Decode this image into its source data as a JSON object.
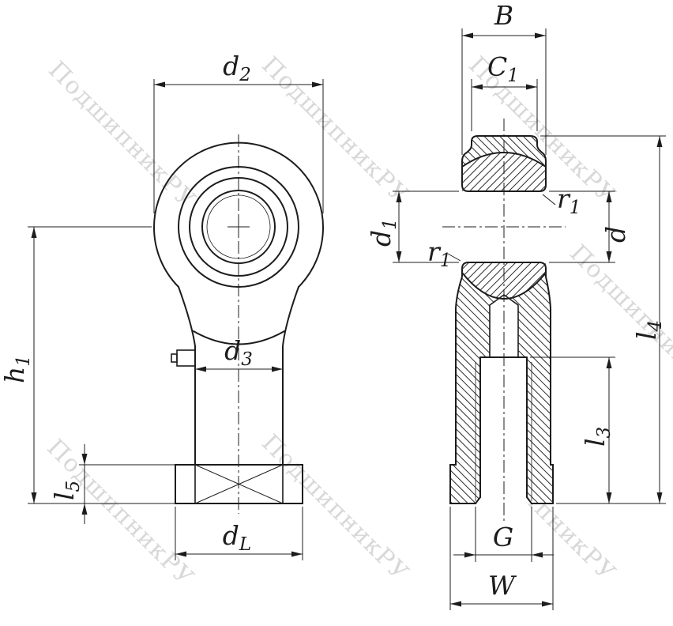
{
  "title": "rod-end-bearing-technical-drawing",
  "watermark": {
    "text": "ПодшипникРУ",
    "color": "#b9b9b9"
  },
  "colors": {
    "line": "#1c1c1c",
    "background": "#ffffff",
    "hatch": "#2b2b2b"
  },
  "labels": {
    "d2": {
      "main": "d",
      "sub": "2"
    },
    "d3": {
      "main": "d",
      "sub": "3"
    },
    "dL": {
      "main": "d",
      "sub": "L"
    },
    "h1": {
      "main": "h",
      "sub": "1"
    },
    "l5": {
      "main": "l",
      "sub": "5"
    },
    "B": {
      "main": "B",
      "sub": ""
    },
    "C1": {
      "main": "C",
      "sub": "1"
    },
    "d1": {
      "main": "d",
      "sub": "1"
    },
    "r1a": {
      "main": "r",
      "sub": "1"
    },
    "r1b": {
      "main": "r",
      "sub": "1"
    },
    "d": {
      "main": "d",
      "sub": ""
    },
    "l4": {
      "main": "l",
      "sub": "4"
    },
    "l3": {
      "main": "l",
      "sub": "3"
    },
    "G": {
      "main": "G",
      "sub": ""
    },
    "W": {
      "main": "W",
      "sub": ""
    }
  }
}
